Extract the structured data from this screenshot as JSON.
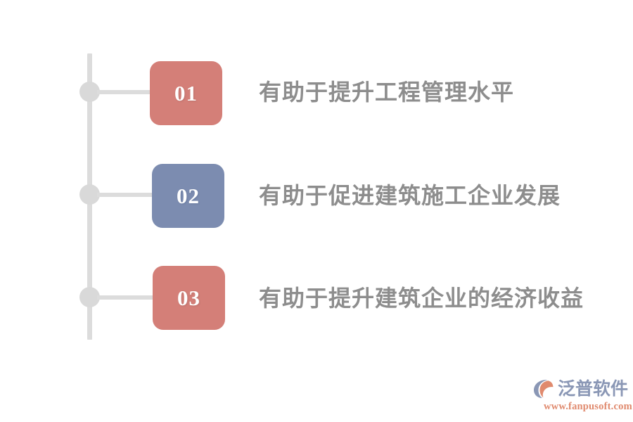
{
  "diagram": {
    "type": "vertical-timeline-list",
    "background_color": "#ffffff",
    "axis_color": "#dcdcdc",
    "node_color": "#d9d9d9",
    "text_color": "#8d8d8d",
    "items": [
      {
        "number": "01",
        "label": "有助于提升工程管理水平",
        "badge_color": "#d47f78"
      },
      {
        "number": "02",
        "label": "有助于促进建筑施工企业发展",
        "badge_color": "#7c8cb0"
      },
      {
        "number": "03",
        "label": "有助于提升建筑企业的经济收益",
        "badge_color": "#d47f78"
      }
    ]
  },
  "brand": {
    "name": "泛普软件",
    "url": "www.fanpusoft.com",
    "name_color": "#8a97b5",
    "url_color": "#e08a6e",
    "mark_icon": "fanpu-logo-icon"
  }
}
